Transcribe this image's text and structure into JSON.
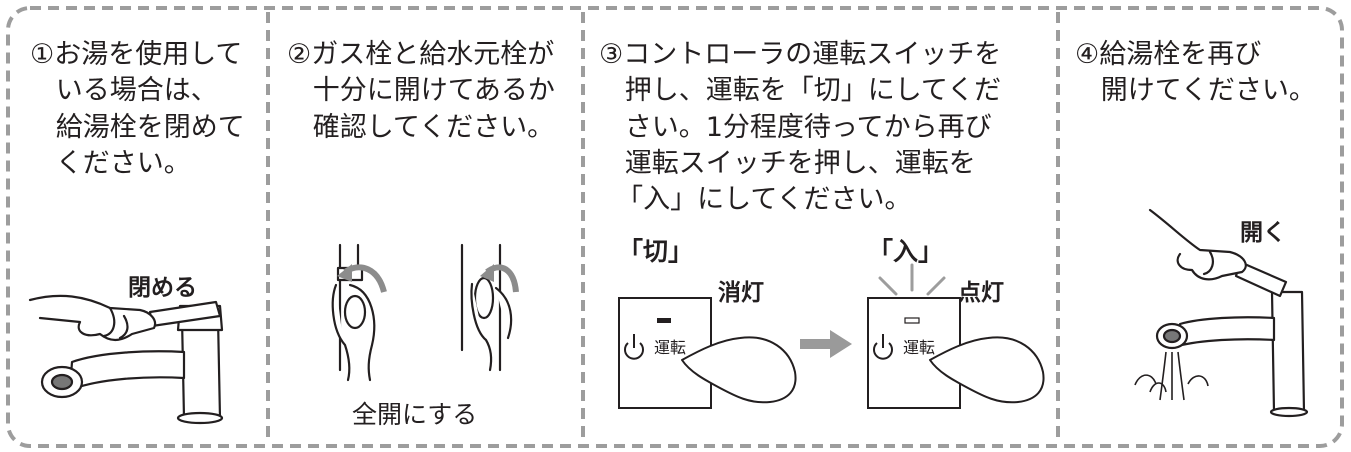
{
  "steps": [
    {
      "lines": [
        "①お湯を使用して",
        "   いる場合は、",
        "   給湯栓を閉めて",
        "   ください。"
      ],
      "action_label": "閉める"
    },
    {
      "lines": [
        "②ガス栓と給水元栓が",
        "   十分に開けてあるか",
        "   確認してください。"
      ],
      "caption": "全開にする"
    },
    {
      "lines": [
        "③コントローラの運転スイッチを",
        "   押し、運転を「切」にしてくだ",
        "   さい。1分程度待ってから再び",
        "   運転スイッチを押し、運転を",
        "  「入」にしてください。"
      ],
      "off": {
        "bracket": "「切」",
        "lamp": "消灯",
        "switch_label": "運転"
      },
      "on": {
        "bracket": "「入」",
        "lamp": "点灯",
        "switch_label": "運転"
      }
    },
    {
      "lines": [
        "④給湯栓を再び",
        "   開けてください。"
      ],
      "action_label": "開く"
    }
  ],
  "colors": {
    "border": "#9d9d9d",
    "ink": "#231f20",
    "arrow": "#8c8c8c",
    "arrow_fill": "#9a9a9a"
  }
}
